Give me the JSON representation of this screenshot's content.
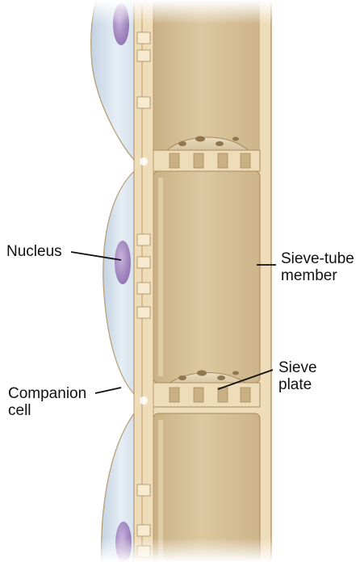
{
  "labels": {
    "nucleus": "Nucleus",
    "sieve_tube_member": [
      "Sieve-tube",
      "member"
    ],
    "sieve_plate": [
      "Sieve",
      "plate"
    ],
    "companion_cell": [
      "Companion",
      "cell"
    ]
  },
  "colors": {
    "cell_wall": "#efdcb8",
    "cell_wall_edge": "#b79a6e",
    "sieve_tube_fill": "#d8c39b",
    "companion_fill": "#dfe8f0",
    "nucleus_fill": "#a88ec4",
    "leader_line": "#111111"
  }
}
